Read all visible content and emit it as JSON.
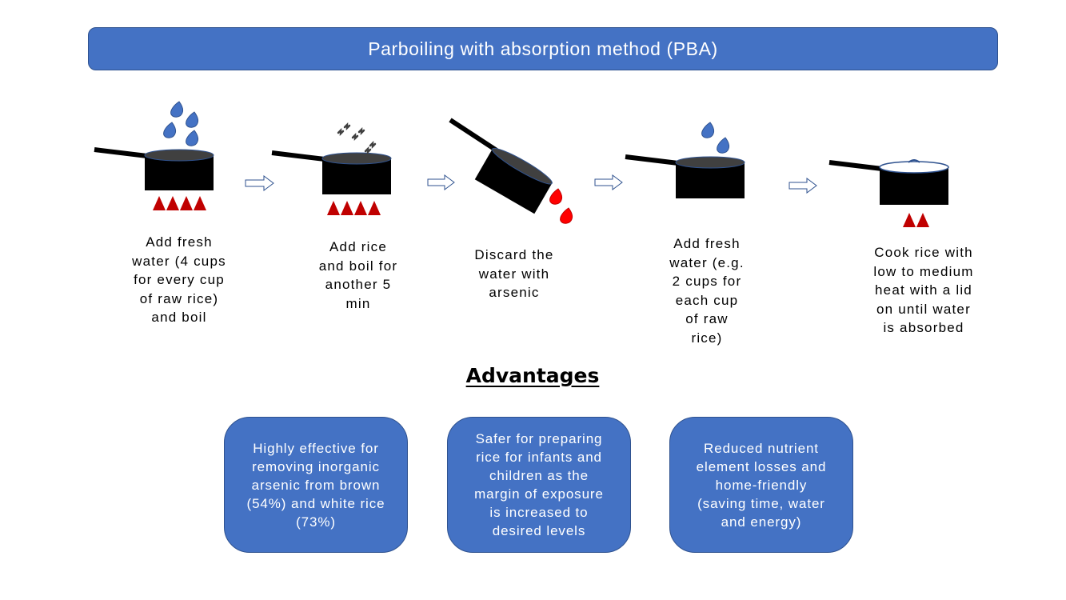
{
  "title": "Parboiling with absorption method (PBA)",
  "colors": {
    "banner": "#4472c4",
    "box": "#4472c4",
    "pot": "#000000",
    "flame": "#c00000",
    "water_drop": "#4472c4",
    "arsenic_drop": "#ff0000"
  },
  "steps": [
    {
      "caption": "Add fresh\nwater (4 cups\nfor every cup\nof raw rice)\nand boil"
    },
    {
      "caption": "Add rice\nand boil for\nanother 5\nmin"
    },
    {
      "caption": "Discard the\nwater with\narsenic"
    },
    {
      "caption": "Add fresh\nwater (e.g.\n2 cups for\neach cup\nof raw\nrice)"
    },
    {
      "caption": "Cook rice with\nlow to medium\nheat with a lid\non until water\nis absorbed"
    }
  ],
  "advantages": {
    "heading": "Advantages",
    "items": [
      "Highly effective for\nremoving inorganic\narsenic from brown\n(54%) and white rice\n(73%)",
      "Safer for preparing\nrice for infants and\nchildren as the\nmargin of exposure\nis increased to\ndesired levels",
      "Reduced nutrient\nelement losses and\nhome-friendly\n(saving time, water\nand energy)"
    ]
  }
}
